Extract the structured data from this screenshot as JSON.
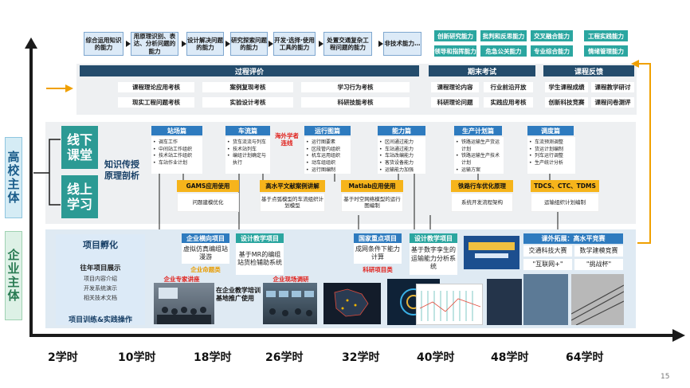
{
  "top_boxes": [
    "综合运用知识的能力",
    "用原理识别、表达、分析问题的能力",
    "设计解决问题的能力",
    "研究探索问题的能力",
    "开发·选择·使用工具的能力",
    "处置交通复杂工程问题的能力",
    "非技术能力…"
  ],
  "green_abilities": [
    "创新研究能力",
    "批判和反思能力",
    "交叉融合能力",
    "工程实践能力",
    "领导和指挥能力",
    "危急公关能力",
    "专业综合能力",
    "情绪管理能力"
  ],
  "process_eval": {
    "title": "过程评价",
    "items": [
      "课程理论应用考核",
      "案例复现考核",
      "学习行为考核",
      "现实工程问题考核",
      "实验设计考核",
      "科研技能考核"
    ]
  },
  "final_exam": {
    "title": "期末考试",
    "items": [
      "课程理论内容",
      "行业前沿开放",
      "科研理论问题",
      "实践应用考核"
    ]
  },
  "feedback": {
    "title": "课程反馈",
    "items": [
      "学生课程成绩",
      "课程教学研讨",
      "创新科技竞赛",
      "课程问卷测评"
    ]
  },
  "side_labels": {
    "university": "高校主体",
    "enterprise": "企业主体"
  },
  "offline": "线下课堂",
  "online": "线上学习",
  "knowledge": "知识传授原理剖析",
  "categories": [
    {
      "title": "站场篇",
      "items": [
        "调车工作",
        "中间站工作组织",
        "技术站工作组织",
        "车站作业计划"
      ]
    },
    {
      "title": "车流篇",
      "items": [
        "货车流流与列车",
        "技术站列车",
        "编组计划确定与执行"
      ]
    },
    {
      "title": "运行图篇",
      "items": [
        "运行图要素",
        "区段管内组织",
        "机车运用组织",
        "动车组组织",
        "运行图编制"
      ]
    },
    {
      "title": "能力篇",
      "items": [
        "区间通过能力",
        "车站通过能力",
        "车站改编能力",
        "客货设备能力",
        "运输能力加强"
      ]
    },
    {
      "title": "生产计划篇",
      "items": [
        "铁路运输生产货运计划",
        "铁路运输生产技术计划",
        "运输方案"
      ]
    },
    {
      "title": "调度篇",
      "items": [
        "车流预测调整",
        "货运计划编制",
        "列车运行调整",
        "生产统计分析"
      ]
    }
  ],
  "overseas_label": "海外学者连线",
  "yellow_tabs": [
    {
      "title": "GAMS应用使用",
      "sub": "问题建模优化"
    },
    {
      "title": "高水平文献案例讲解",
      "sub": "基于点弧模型的车流组织计划模型"
    },
    {
      "title": "Matlab应用使用",
      "sub": "基于时空网络模型的运行图编制"
    },
    {
      "title": "铁路行车优化原理",
      "sub": "系统开发流程架构"
    },
    {
      "title": "TDCS、CTC、TDMS",
      "sub": "运输组织计划编制"
    }
  ],
  "incubation": {
    "title": "项目孵化",
    "subtitle": "往年项目展示",
    "items": [
      "项目内容介绍",
      "开发系统演示",
      "相关技术文档"
    ],
    "footer": "项目训练&实践操作"
  },
  "enterprise_projects": [
    {
      "title": "企业横向项目",
      "body": "虚拟仿真编组站漫游",
      "tag": "企业命题类"
    },
    {
      "title": "设计教学项目",
      "body": "基于MR的编组站货检辅助系统"
    },
    {
      "title": "国家重点项目",
      "body": "成网条件下能力计算",
      "tag": "科研项目类"
    },
    {
      "title": "设计教学项目",
      "body": "基于数字孪生的运输能力分析系统"
    }
  ],
  "extension": {
    "title": "课外拓展：高水平竞赛",
    "items": [
      "交通科技大赛",
      "数学建模竞赛",
      "\"互联网+\"",
      "\"挑战杯\""
    ]
  },
  "expert_lecture": "企业专家讲座",
  "field_research": "企业现场调研",
  "base_label": "在企业教学培训基地推广使用",
  "time_axis": [
    "2学时",
    "10学时",
    "18学时",
    "26学时",
    "32学时",
    "40学时",
    "48学时",
    "64学时"
  ],
  "page_number": "15",
  "colors": {
    "accent": "#2e7bbf",
    "dark": "#244c6c",
    "green": "#2ba6a0",
    "yellow": "#f6b41b",
    "arrow": "#f0a000",
    "red": "#e0201b"
  }
}
